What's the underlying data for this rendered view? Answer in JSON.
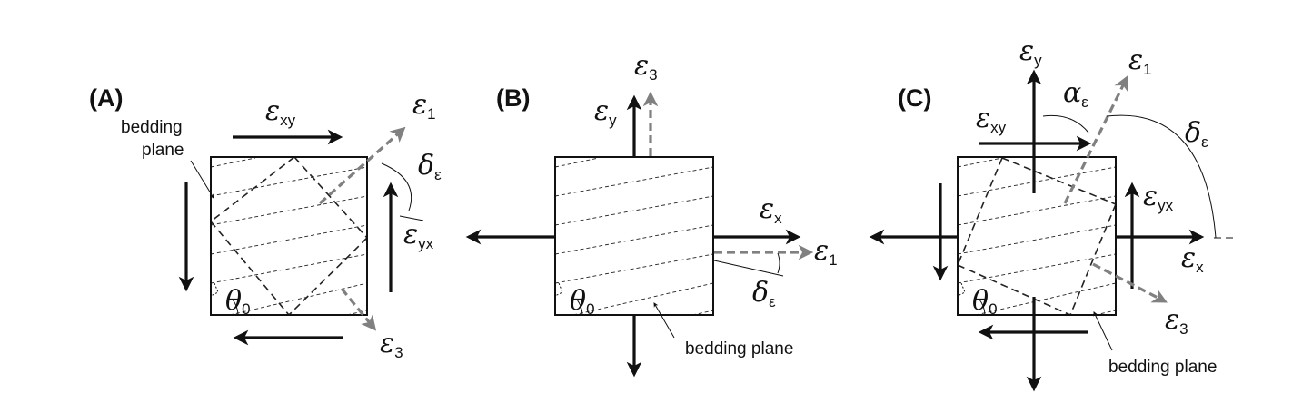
{
  "panels": [
    {
      "label": "(A)",
      "bedding_note": [
        "bedding",
        "plane"
      ],
      "labels": {
        "exy": {
          "sym": "ε",
          "sub": "xy"
        },
        "eyx": {
          "sym": "ε",
          "sub": "yx"
        },
        "e1": {
          "sym": "ε",
          "sub": "1"
        },
        "e3": {
          "sym": "ε",
          "sub": "3"
        },
        "delta": {
          "sym": "δ",
          "sub": "ε"
        },
        "theta": {
          "sym": "θ",
          "sub": "0"
        }
      }
    },
    {
      "label": "(B)",
      "bedding_note": [
        "bedding plane"
      ],
      "labels": {
        "ey": {
          "sym": "ε",
          "sub": "y"
        },
        "e3": {
          "sym": "ε",
          "sub": "3"
        },
        "ex": {
          "sym": "ε",
          "sub": "x"
        },
        "e1": {
          "sym": "ε",
          "sub": "1"
        },
        "delta": {
          "sym": "δ",
          "sub": "ε"
        },
        "theta": {
          "sym": "θ",
          "sub": "0"
        }
      }
    },
    {
      "label": "(C)",
      "bedding_note": [
        "bedding plane"
      ],
      "labels": {
        "ey": {
          "sym": "ε",
          "sub": "y"
        },
        "e1": {
          "sym": "ε",
          "sub": "1"
        },
        "alpha": {
          "sym": "α",
          "sub": "ε"
        },
        "delta": {
          "sym": "δ",
          "sub": "ε"
        },
        "exy": {
          "sym": "ε",
          "sub": "xy"
        },
        "eyx": {
          "sym": "ε",
          "sub": "yx"
        },
        "ex": {
          "sym": "ε",
          "sub": "x"
        },
        "e3": {
          "sym": "ε",
          "sub": "3"
        },
        "theta": {
          "sym": "θ",
          "sub": "0"
        }
      }
    }
  ],
  "colors": {
    "ink": "#111111",
    "principal_arrow": "#808080",
    "background": "#ffffff"
  }
}
